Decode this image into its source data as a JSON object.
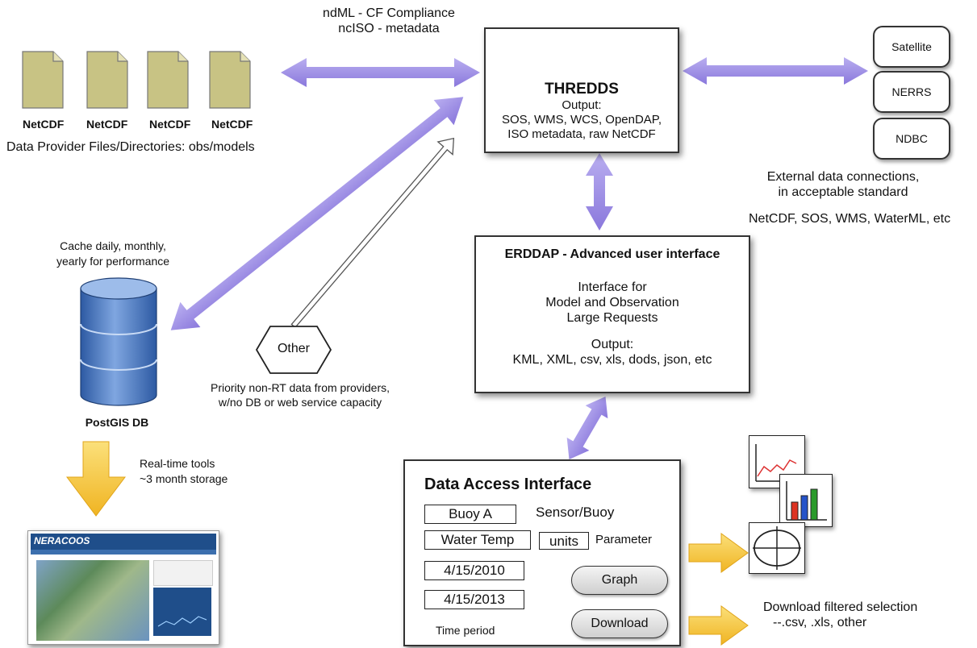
{
  "top_labels": {
    "line1": "ndML - CF Compliance",
    "line2": "ncISO - metadata"
  },
  "files": {
    "items": [
      {
        "label": "NetCDF"
      },
      {
        "label": "NetCDF"
      },
      {
        "label": "NetCDF"
      },
      {
        "label": "NetCDF"
      }
    ],
    "caption": "Data Provider Files/Directories: obs/models"
  },
  "thredds": {
    "title": "THREDDS",
    "output_label": "Output:",
    "output_line1": "SOS, WMS, WCS, OpenDAP,",
    "output_line2": "ISO metadata, raw NetCDF"
  },
  "external": {
    "items": [
      {
        "label": "Satellite"
      },
      {
        "label": "NERRS"
      },
      {
        "label": "NDBC"
      }
    ],
    "caption_line1": "External data connections,",
    "caption_line2": "in acceptable standard",
    "caption_line3": "NetCDF, SOS, WMS, WaterML, etc"
  },
  "erddap": {
    "title": "ERDDAP - Advanced user interface",
    "body_line1": "Interface for",
    "body_line2": "Model and Observation",
    "body_line3": "Large Requests",
    "output_label": "Output:",
    "output_line": "KML, XML, csv, xls, dods, json, etc"
  },
  "cache": {
    "line1": "Cache daily, monthly,",
    "line2": "yearly for performance",
    "db_label": "PostGIS DB"
  },
  "other": {
    "label": "Other",
    "caption_line1": "Priority non-RT data from providers,",
    "caption_line2": "w/no DB or web service capacity"
  },
  "realtime": {
    "line1": "Real-time tools",
    "line2": "~3 month storage"
  },
  "screenshot": {
    "logo": "NERACOOS"
  },
  "dai": {
    "title": "Data Access Interface",
    "buoy_field": "Buoy A",
    "buoy_label": "Sensor/Buoy",
    "param_field": "Water Temp",
    "units_field": "units",
    "param_label": "Parameter",
    "date_start": "4/15/2010",
    "date_end": "4/15/2013",
    "time_label": "Time period",
    "graph_button": "Graph",
    "download_button": "Download"
  },
  "download": {
    "line1": "Download filtered selection",
    "line2": "--.csv, .xls, other"
  },
  "colors": {
    "arrow_purple": "#9f8fe6",
    "arrow_yellow": "#f7c940",
    "file_fill": "#c8c384",
    "db_blue": "#3f6fb8"
  }
}
